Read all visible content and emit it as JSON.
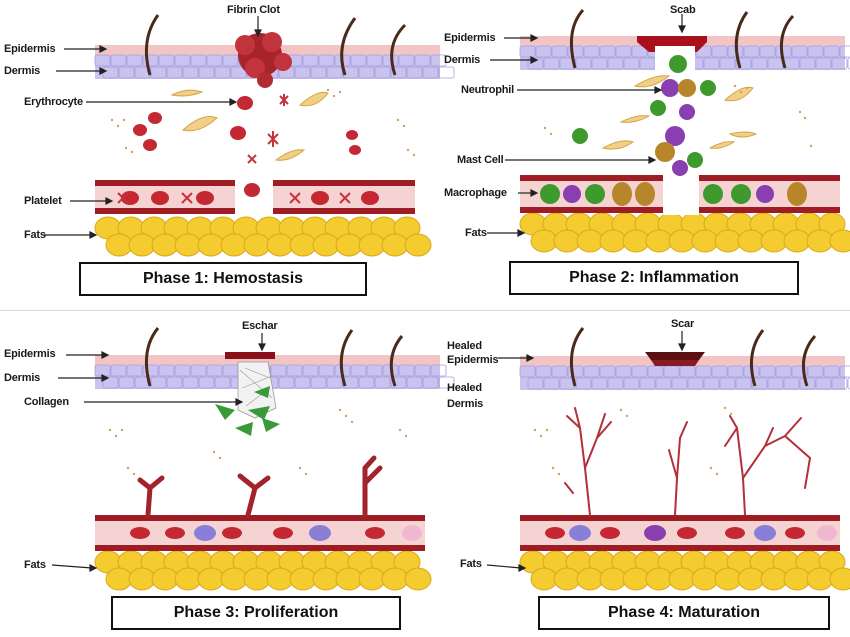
{
  "phases": [
    {
      "caption": "Phase 1: Hemostasis",
      "labels": {
        "epidermis": "Epidermis",
        "dermis": "Dermis",
        "erythrocyte": "Erythrocyte",
        "platelet": "Platelet",
        "fats": "Fats",
        "fibrin_clot": "Fibrin Clot"
      }
    },
    {
      "caption": "Phase 2: Inflammation",
      "labels": {
        "epidermis": "Epidermis",
        "dermis": "Dermis",
        "neutrophil": "Neutrophil",
        "mast_cell": "Mast Cell",
        "macrophage": "Macrophage",
        "fats": "Fats",
        "scab": "Scab"
      }
    },
    {
      "caption": "Phase 3: Proliferation",
      "labels": {
        "epidermis": "Epidermis",
        "dermis": "Dermis",
        "collagen": "Collagen",
        "fats": "Fats",
        "eschar": "Eschar"
      }
    },
    {
      "caption": "Phase 4: Maturation",
      "labels": {
        "healed_epidermis_line1": "Healed",
        "healed_epidermis_line2": "Epidermis",
        "healed_dermis_line1": "Healed",
        "healed_dermis_line2": "Dermis",
        "fats": "Fats",
        "scar": "Scar"
      }
    }
  ],
  "colors": {
    "epidermis": "#f3c4c4",
    "dermis": "#c9c3ef",
    "blood": "#b3202a",
    "fat": "#f4cc2f",
    "platelet": "#c8323a",
    "neutrophil": "#8a3fb0",
    "mast_cell": "#b8862a",
    "macrophage": "#3f9a2e",
    "collagen": "#3a9a3a",
    "hair": "#4a2a1a"
  }
}
